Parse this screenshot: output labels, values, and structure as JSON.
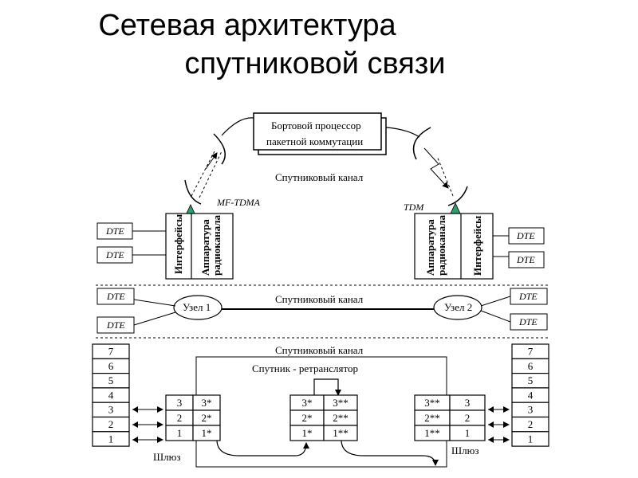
{
  "title": {
    "line1": "Сетевая архитектура",
    "line2": "спутниковой связи"
  },
  "section1": {
    "processor_line1": "Бортовой процессор",
    "processor_line2": "пакетной коммутации",
    "channel_label": "Спутниковый канал",
    "left_access": "MF-TDMA",
    "right_access": "TDM",
    "interfaces_label": "Интерфейсы",
    "radio_line1": "Аппаратура",
    "radio_line2": "радиоканала",
    "dte": "DTE"
  },
  "section2": {
    "channel_label": "Спутниковый канал",
    "node_left": "Узел 1",
    "node_right": "Узел 2",
    "dte": "DTE"
  },
  "section3": {
    "channel_label": "Спутниковый канал",
    "satellite_label": "Спутник - ретранслятор",
    "stack_levels": [
      "7",
      "6",
      "5",
      "4",
      "3",
      "2",
      "1"
    ],
    "gw_left_rows": [
      [
        "3",
        "3*"
      ],
      [
        "2",
        "2*"
      ],
      [
        "1",
        "1*"
      ]
    ],
    "sat_rows": [
      [
        "3*",
        "3**"
      ],
      [
        "2*",
        "2**"
      ],
      [
        "1*",
        "1**"
      ]
    ],
    "gw_right_rows": [
      [
        "3**",
        "3"
      ],
      [
        "2**",
        "2"
      ],
      [
        "1**",
        "1"
      ]
    ],
    "gateway_label": "Шлюз"
  }
}
